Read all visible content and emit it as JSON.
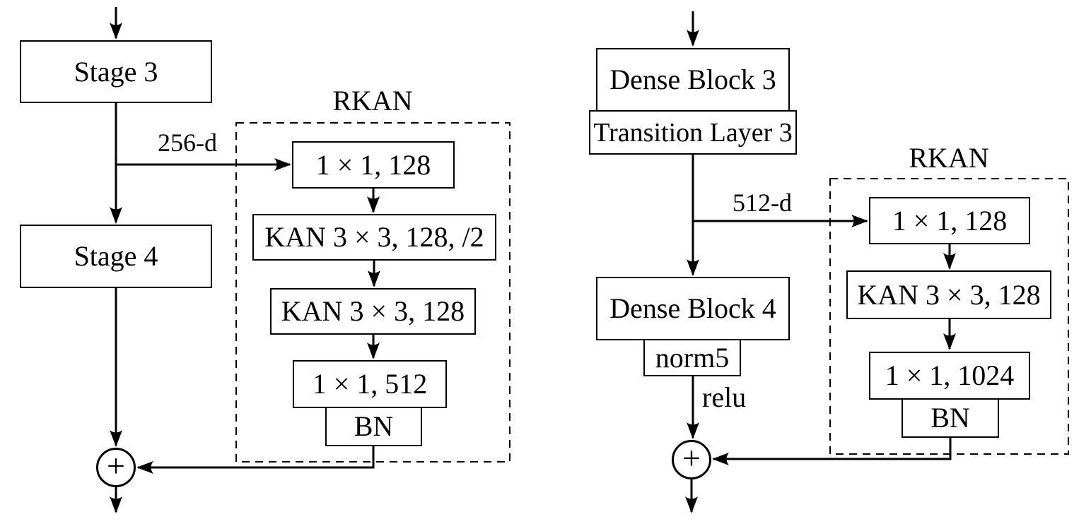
{
  "left": {
    "stage3_label": "Stage 3",
    "stage4_label": "Stage 4",
    "branch_label": "256-d",
    "rkan": {
      "title": "RKAN",
      "blocks": [
        "1 × 1, 128",
        "KAN 3 × 3, 128, /2",
        "KAN 3 × 3, 128",
        "1 × 1, 512",
        "BN"
      ]
    },
    "sum_symbol": "+"
  },
  "right": {
    "dense_block3_label": "Dense Block 3",
    "transition_layer3_label": "Transition Layer 3",
    "dense_block4_label": "Dense Block 4",
    "norm_label": "norm5",
    "activation_label": "relu",
    "branch_label": "512-d",
    "rkan": {
      "title": "RKAN",
      "blocks": [
        "1 × 1, 128",
        "KAN 3 × 3, 128",
        "1 × 1, 1024",
        "BN"
      ]
    },
    "sum_symbol": "+"
  },
  "colors": {
    "stroke": "#000000",
    "background": "#ffffff"
  }
}
